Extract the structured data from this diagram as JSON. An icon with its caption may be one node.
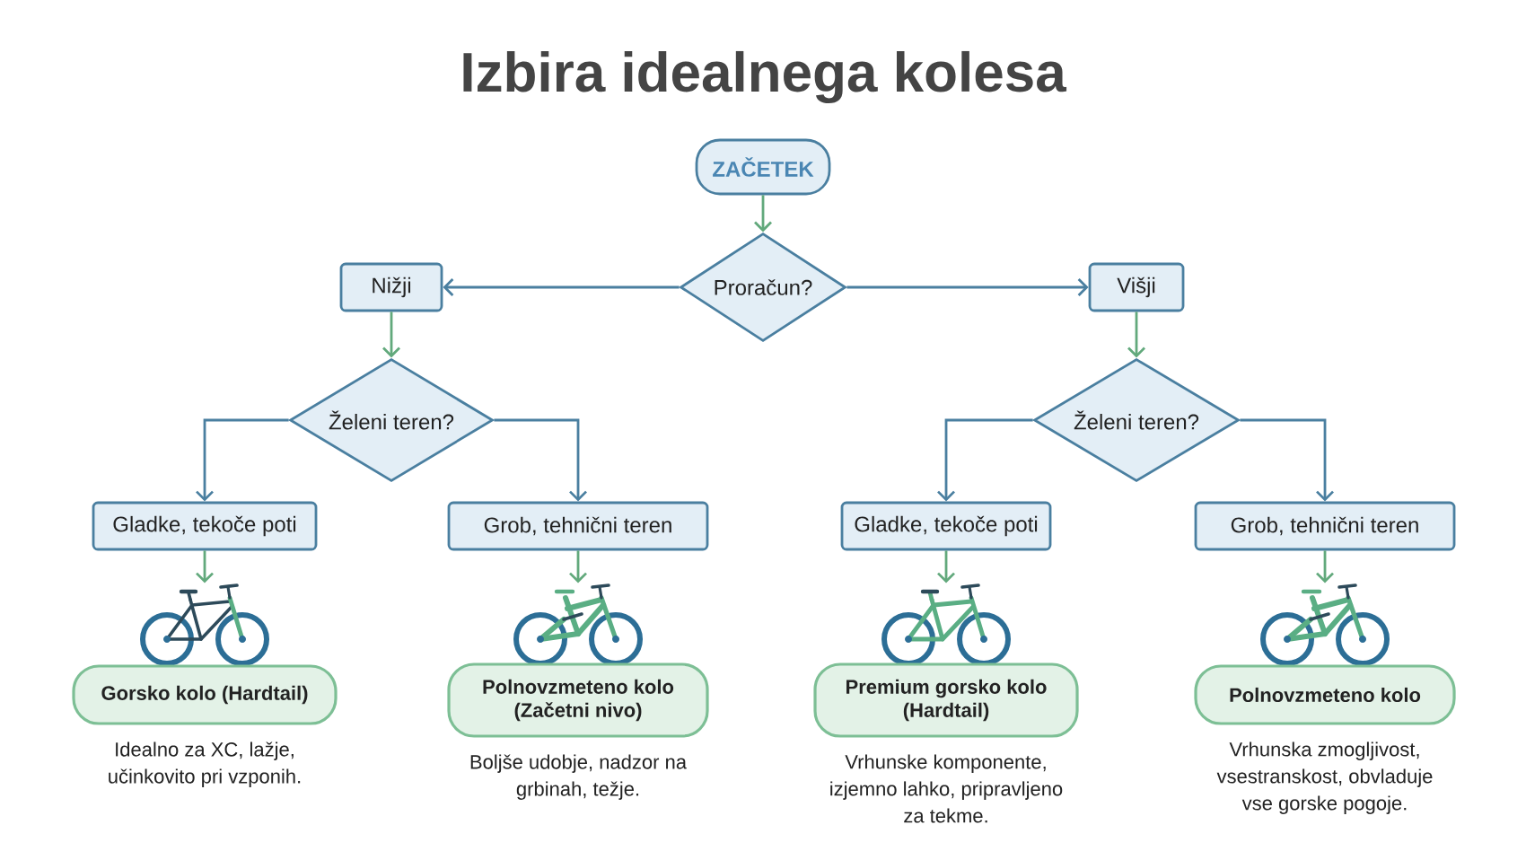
{
  "diagram": {
    "title": "Izbira idealnega kolesa",
    "nodes": [
      {
        "text": [
          "ZAČETEK"
        ]
      },
      {
        "text": [
          "Proračun?"
        ]
      },
      {
        "text": [
          "Nižji"
        ]
      },
      {
        "text": [
          "Višji"
        ]
      },
      {
        "text": [
          "Želeni teren?"
        ]
      },
      {
        "text": [
          "Želeni teren?"
        ]
      },
      {
        "text": [
          "Gladke, tekoče poti"
        ]
      },
      {
        "text": [
          "Grob, tehnični teren"
        ]
      },
      {
        "text": [
          "Gladke, tekoče poti"
        ]
      },
      {
        "text": [
          "Grob, tehnični teren"
        ]
      },
      {
        "text": [],
        "shape": "picture"
      },
      {
        "text": [],
        "shape": "picture"
      },
      {
        "text": [],
        "shape": "picture"
      },
      {
        "text": [],
        "shape": "picture"
      },
      {
        "text": [
          "Gorsko kolo (Hardtail)"
        ],
        "beside": [
          "Idealno za XC, lažje, učinkovito pri vzponih."
        ]
      },
      {
        "text": [
          "Polnovzmeteno kolo (Začetni nivo)"
        ],
        "beside": [
          "Boljše udobje, nadzor na grbinah, težje."
        ]
      },
      {
        "text": [
          "Premium gorsko kolo (Hardtail)"
        ],
        "beside": [
          "Vrhunske komponente, izjemno lahko, pripravljeno za tekme."
        ]
      },
      {
        "text": [
          "Polnovzmeteno kolo"
        ],
        "beside": [
          "Vrhunska zmogljivost, vsestranskost, obvladuje vse gorske pogoje."
        ]
      }
    ],
    "edges": [
      {
        "from": 0,
        "to": 1,
        "arrow": "to"
      },
      {
        "from": 1,
        "to": 2,
        "arrow": "to",
        "color": "#4a7fa0"
      },
      {
        "from": 1,
        "to": 3,
        "arrow": "to",
        "color": "#4a7fa0"
      },
      {
        "from": 2,
        "to": 4,
        "arrow": "to"
      },
      {
        "from": 3,
        "to": 5,
        "arrow": "to"
      },
      {
        "from": 4,
        "to": 6,
        "arrow": "to",
        "color": "#4a7fa0"
      },
      {
        "from": 4,
        "to": 7,
        "arrow": "to",
        "color": "#4a7fa0"
      },
      {
        "from": 5,
        "to": 8,
        "arrow": "to",
        "color": "#4a7fa0"
      },
      {
        "from": 5,
        "to": 9,
        "arrow": "to",
        "color": "#4a7fa0"
      },
      {
        "from": 6,
        "to": 10,
        "arrow": "to"
      },
      {
        "from": 7,
        "to": 11,
        "arrow": "to"
      },
      {
        "from": 8,
        "to": 12,
        "arrow": "to"
      },
      {
        "from": 9,
        "to": 13,
        "arrow": "to"
      }
    ]
  }
}
